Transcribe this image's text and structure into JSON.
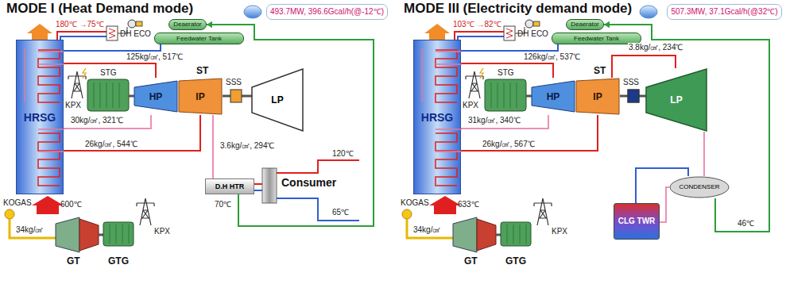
{
  "diagram": {
    "nodes": [
      {
        "text": [
          "493.7MW, 396.6Gcal/h(@-12℃)"
        ]
      },
      {
        "text": [
          "HRSG"
        ]
      },
      {
        "text": [
          "Deaerator"
        ]
      },
      {
        "text": [
          "Feedwater Tank"
        ]
      },
      {
        "text": [
          "HP"
        ]
      },
      {
        "text": [
          "IP"
        ]
      },
      {
        "text": [
          "LP"
        ]
      },
      {
        "text": [
          "D.H HTR"
        ]
      },
      {
        "text": [
          "507.3MW, 37.1Gcal/h(@32℃)"
        ]
      },
      {
        "text": [
          "HRSG"
        ]
      },
      {
        "text": [
          "Deaerator"
        ]
      },
      {
        "text": [
          "Feedwater Tank"
        ]
      },
      {
        "text": [
          "HP"
        ]
      },
      {
        "text": [
          "IP"
        ]
      },
      {
        "text": [
          "LP"
        ]
      },
      {
        "text": [
          "CONDENSER"
        ]
      },
      {
        "text": [
          "CLG TWR"
        ]
      }
    ],
    "edges": [
      {
        "from": 1,
        "to": 4,
        "arrow": "none",
        "label": "125kg/㎠, 517℃"
      },
      {
        "from": 4,
        "to": 1,
        "arrow": "none",
        "label": "30kg/㎠, 321℃"
      },
      {
        "from": 1,
        "to": 5,
        "arrow": "none",
        "label": "26kg/㎠, 544℃"
      },
      {
        "from": 5,
        "to": 7,
        "arrow": "none",
        "label": "3.6kg/㎠, 294℃"
      },
      {
        "from": 7,
        "to": 2,
        "arrow": "to"
      },
      {
        "from": 3,
        "to": 1,
        "arrow": "none"
      },
      {
        "from": 9,
        "to": 12,
        "arrow": "none",
        "label": "126kg/㎠, 537℃"
      },
      {
        "from": 12,
        "to": 9,
        "arrow": "none",
        "label": "31kg/㎠, 340℃"
      },
      {
        "from": 9,
        "to": 13,
        "arrow": "none",
        "label": "26kg/㎠, 567℃"
      },
      {
        "from": 13,
        "to": 14,
        "arrow": "none",
        "label": "3.8kg/㎠, 234℃"
      },
      {
        "from": 14,
        "to": 15,
        "arrow": "none"
      },
      {
        "from": 15,
        "to": 10,
        "arrow": "to"
      },
      {
        "from": 16,
        "to": 15,
        "arrow": "none"
      },
      {
        "from": 15,
        "to": 16,
        "arrow": "none"
      },
      {
        "from": 11,
        "to": 9,
        "arrow": "none"
      }
    ],
    "labels": [
      "MODE I (Heat Demand mode)",
      "180℃ →75℃",
      "DH ECO",
      "KPX",
      "STG",
      "ST",
      "SSS",
      "Consumer",
      "120℃",
      "70℃",
      "65℃",
      "KOGAS",
      "34kg/㎠",
      "600℃",
      "GT",
      "GTG",
      "KPX",
      "MODE III (Electricity demand mode)",
      "103℃ →82℃",
      "DH ECO",
      "KPX",
      "STG",
      "ST",
      "SSS",
      "46℃",
      "KOGAS",
      "34kg/㎠",
      "633℃",
      "GT",
      "GTG",
      "KPX"
    ]
  }
}
